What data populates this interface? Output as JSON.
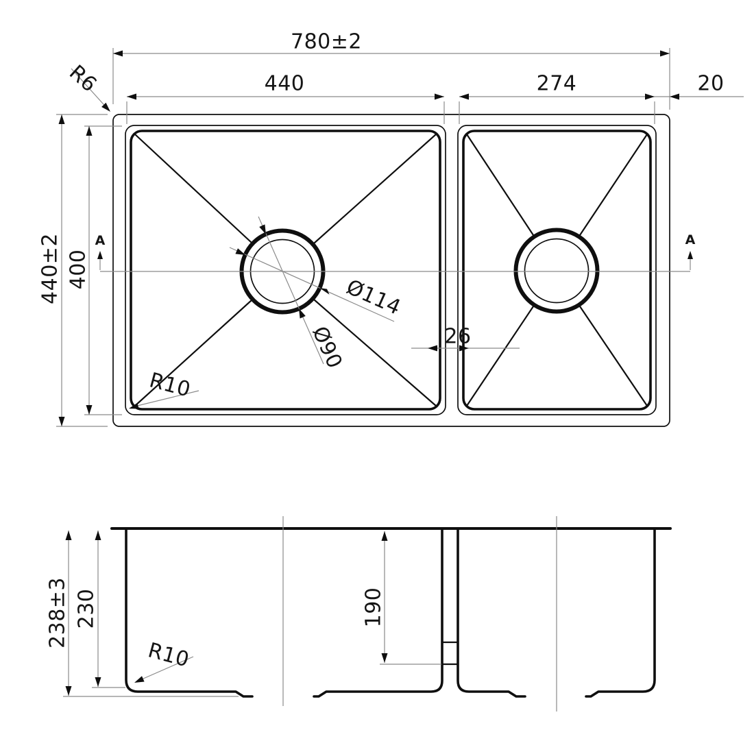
{
  "drawing": {
    "background": "#ffffff",
    "object_line_color": "#0f0f0f",
    "dimension_line_color": "#8a8a8a",
    "top_view": {
      "overall_width": "780±2",
      "overall_depth": "440±2",
      "left_bowl_width": "440",
      "left_bowl_depth": "400",
      "right_bowl_width": "274",
      "right_rim_width": "20",
      "bowl_gap": "26",
      "outer_corner_radius": "R6",
      "bowl_corner_radius": "R10",
      "drain_flange_diameter": "Ø114",
      "drain_diameter": "Ø90",
      "section_label_left": "A",
      "section_label_right": "A"
    },
    "section_view": {
      "overall_depth": "238±3",
      "bowl_depth": "230",
      "divider_height": "190",
      "bottom_corner_radius": "R10"
    }
  }
}
